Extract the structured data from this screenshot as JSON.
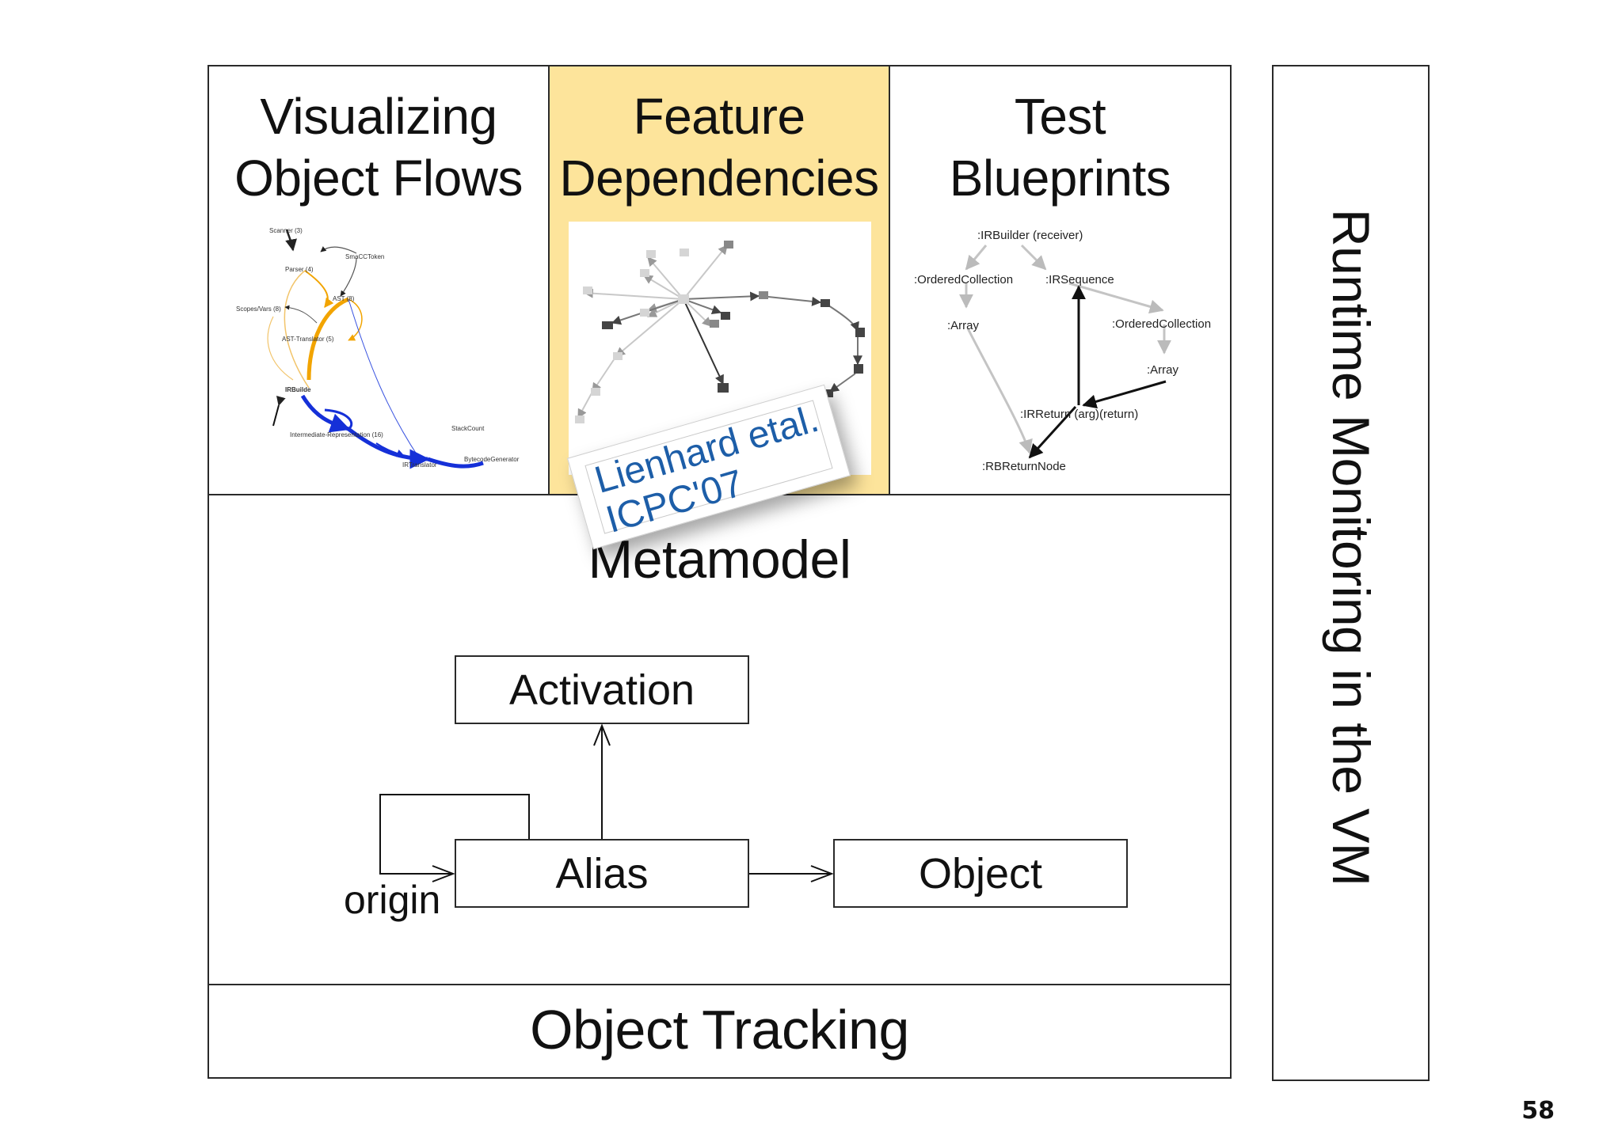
{
  "panels": [
    {
      "title_line1": "Visualizing",
      "title_line2": "Object Flows"
    },
    {
      "title_line1": "Feature",
      "title_line2": "Dependencies"
    },
    {
      "title_line1": "Test",
      "title_line2": "Blueprints"
    }
  ],
  "object_flows_fig": {
    "labels": [
      "Scanner (3)",
      "SmaCCToken",
      "Parser (4)",
      "AST (8)",
      "Scopes/Vars (8)",
      "AST-Translator (5)",
      "IRBuilde",
      "Intermediate-Representation (16)",
      "StackCount",
      "BytecodeGenerator",
      "IRTranslator"
    ]
  },
  "test_blueprints_fig": {
    "labels": [
      ":IRBuilder (receiver)",
      ":OrderedCollection",
      ":IRSequence",
      ":Array",
      ":OrderedCollection",
      ":Array",
      ":IRReturn (arg)(return)",
      ":RBReturnNode"
    ]
  },
  "note": {
    "line1": "Lienhard etal.",
    "line2": "ICPC'07"
  },
  "metamodel": {
    "title": "Metamodel",
    "activation": "Activation",
    "alias": "Alias",
    "object": "Object",
    "origin_label": "origin"
  },
  "bottom_label": "Object Tracking",
  "side_label": "Runtime Monitoring in the VM",
  "page_number": "58",
  "colors": {
    "highlight": "#fde49b",
    "note_text": "#1d5ea8",
    "flow_orange": "#f2a400",
    "flow_blue": "#1530d8"
  }
}
